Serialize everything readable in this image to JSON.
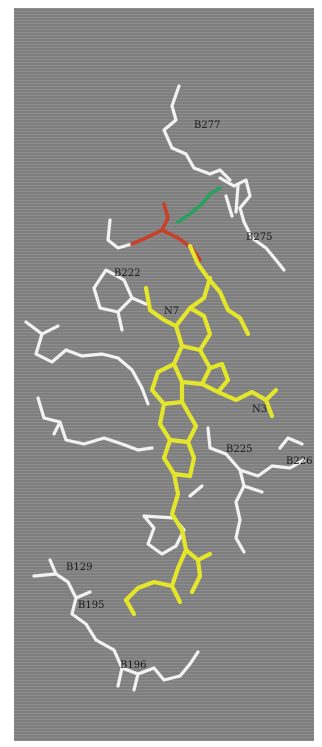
{
  "labels": {
    "b277": "B277",
    "b275": "B275",
    "b222": "B222",
    "n7": "N7",
    "n3": "N3",
    "b225": "B225",
    "b226": "B226",
    "b129": "B129",
    "b195": "B195",
    "b196": "B196"
  },
  "colors": {
    "background": "#858585",
    "ligand": "#e3e62a",
    "protein": "#f0f0f0",
    "oxygen": "#c8402a",
    "fragment": "#2aa060"
  }
}
